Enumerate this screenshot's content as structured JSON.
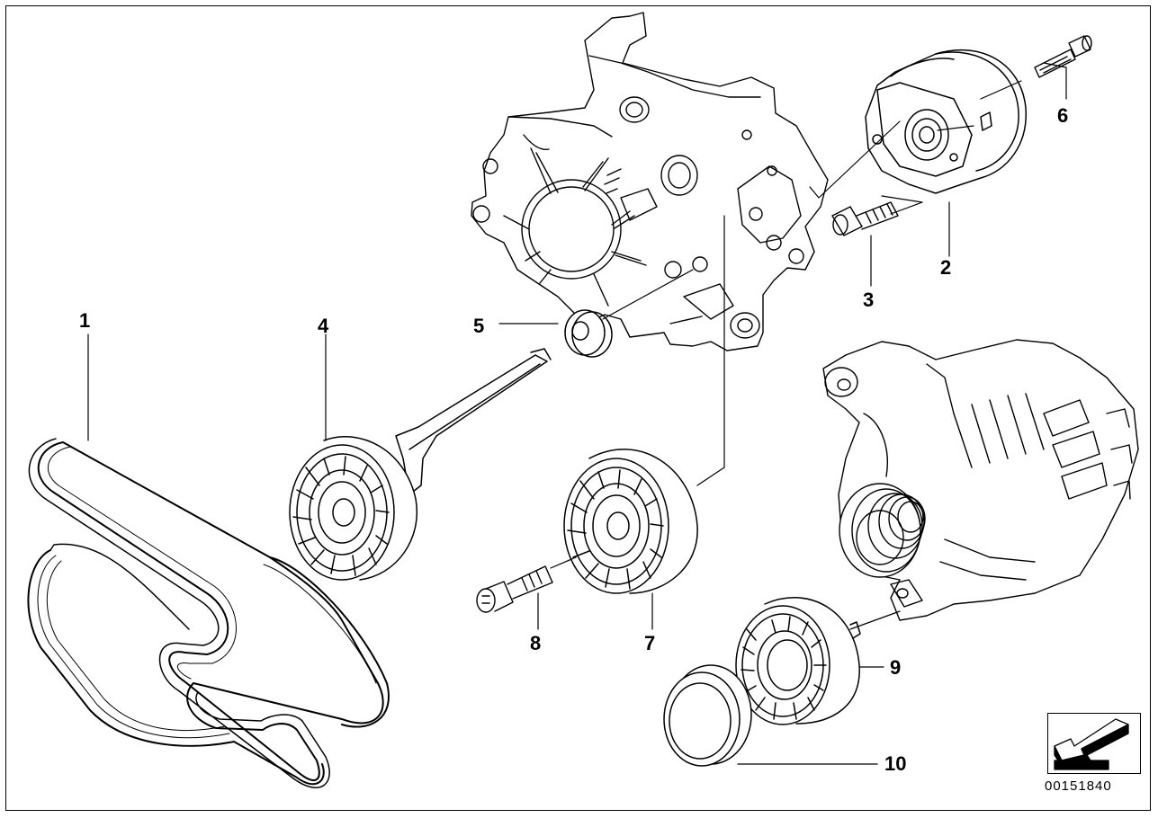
{
  "diagram": {
    "callouts": [
      {
        "id": "1",
        "label": "1"
      },
      {
        "id": "2",
        "label": "2"
      },
      {
        "id": "3",
        "label": "3"
      },
      {
        "id": "4",
        "label": "4"
      },
      {
        "id": "5",
        "label": "5"
      },
      {
        "id": "6",
        "label": "6"
      },
      {
        "id": "7",
        "label": "7"
      },
      {
        "id": "8",
        "label": "8"
      },
      {
        "id": "9",
        "label": "9"
      },
      {
        "id": "10",
        "label": "10"
      }
    ],
    "document_number": "00151840",
    "nav_icon": "arrow-down-left-icon"
  }
}
